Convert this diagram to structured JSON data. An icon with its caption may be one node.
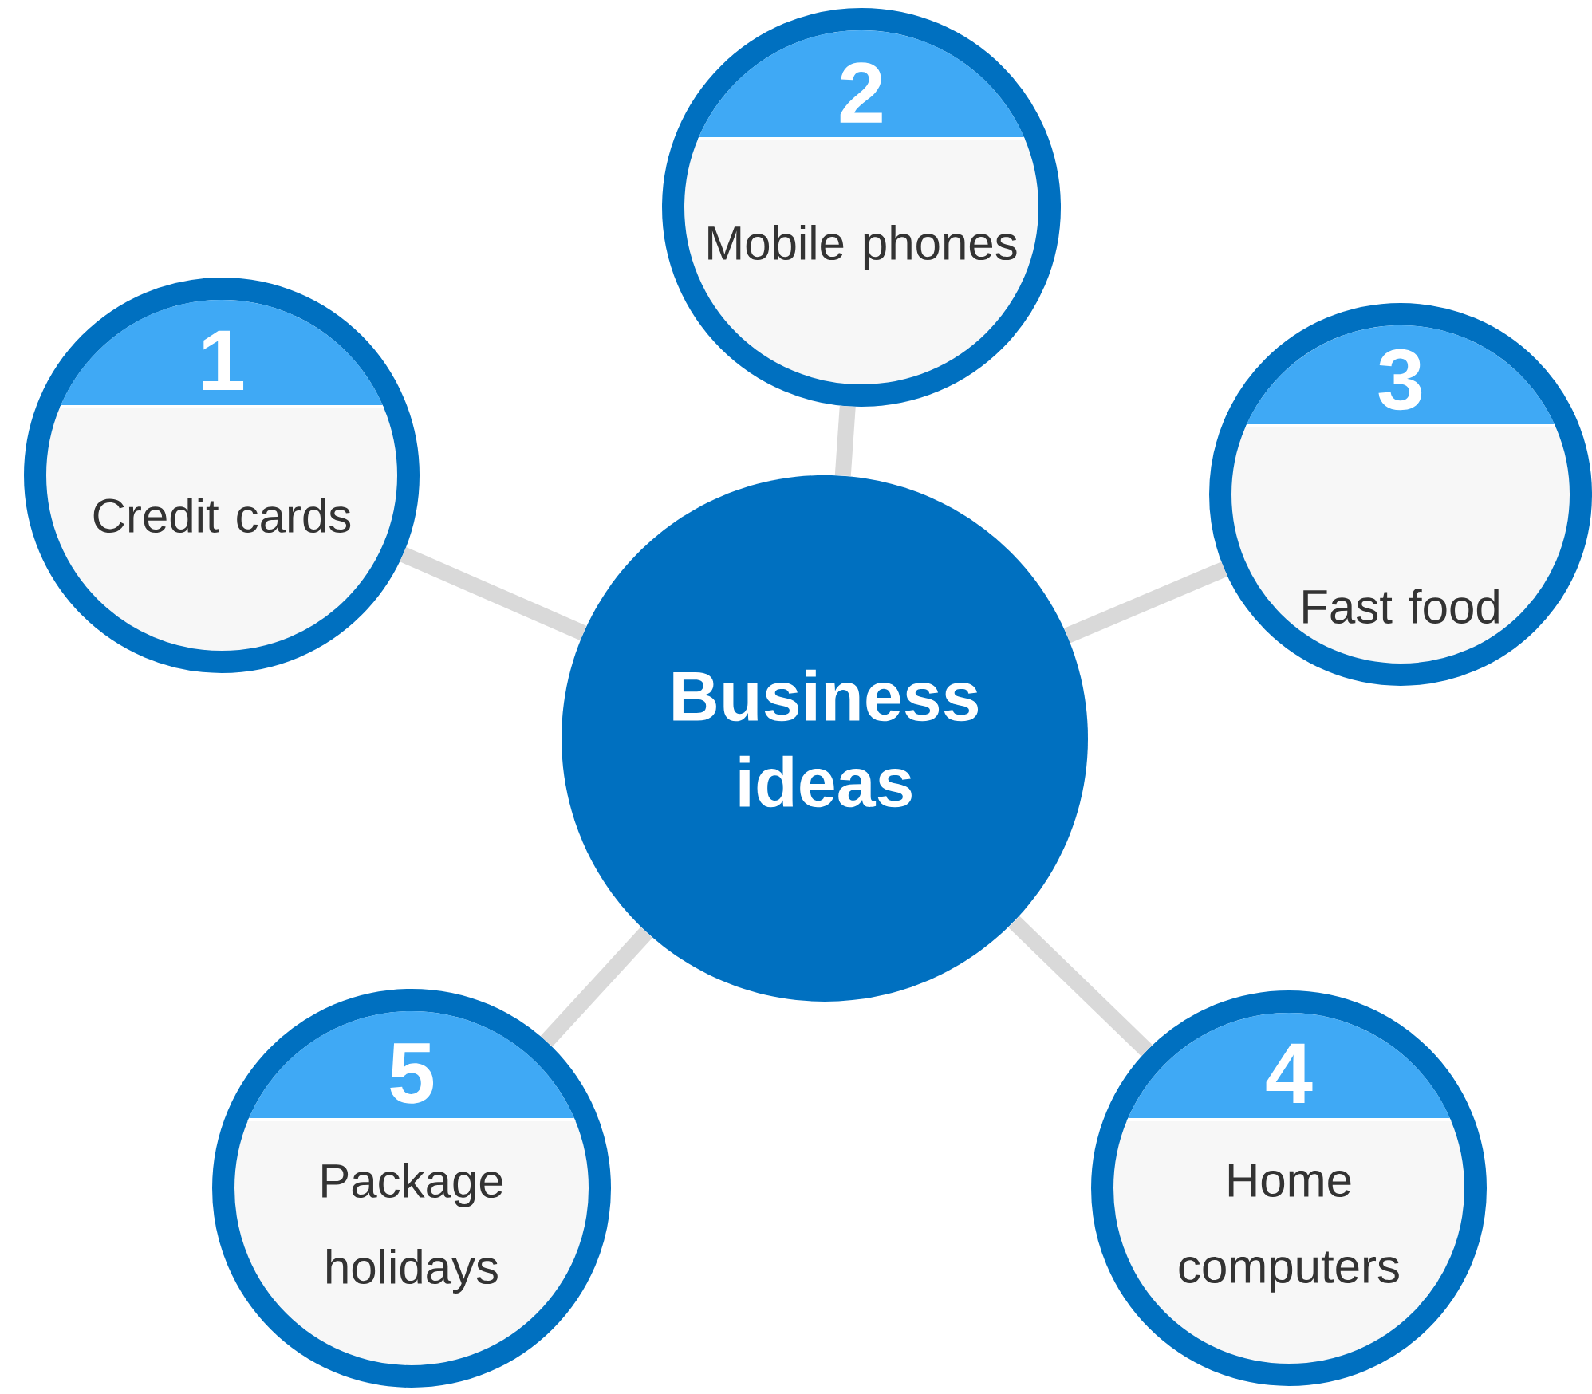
{
  "diagram": {
    "nodes": [
      {
        "text": [
          "Business ideas"
        ]
      },
      {
        "text": [
          "1",
          "Credit cards"
        ]
      },
      {
        "text": [
          "2",
          "Mobile phones"
        ]
      },
      {
        "text": [
          "3",
          "Fast food"
        ]
      },
      {
        "text": [
          "4",
          "Home computers"
        ]
      },
      {
        "text": [
          "5",
          "Package holidays"
        ]
      }
    ],
    "edges": [
      {
        "from": 0,
        "to": 1,
        "arrow": "none"
      },
      {
        "from": 0,
        "to": 2,
        "arrow": "none"
      },
      {
        "from": 0,
        "to": 3,
        "arrow": "none"
      },
      {
        "from": 0,
        "to": 4,
        "arrow": "none"
      },
      {
        "from": 0,
        "to": 5,
        "arrow": "none"
      }
    ]
  }
}
